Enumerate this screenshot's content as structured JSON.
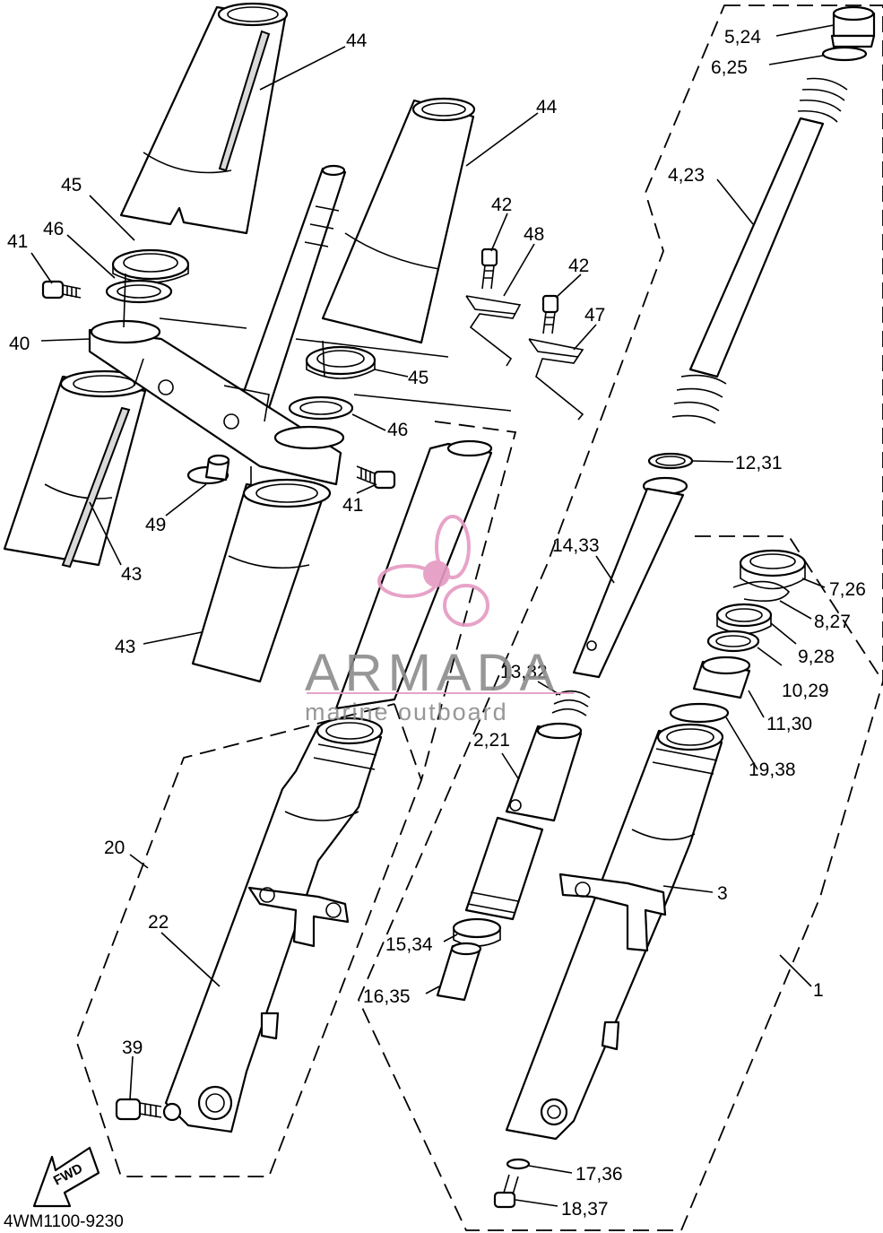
{
  "diagram": {
    "drawing_code": "4WM1100-9230",
    "fwd_label": "FWD",
    "watermark": {
      "brand": "ARMADA",
      "tagline": "marine outboard",
      "accent_color": "#e59ac2",
      "text_color": "#8c8c8c"
    },
    "callouts": [
      {
        "label": "44"
      },
      {
        "label": "44"
      },
      {
        "label": "45"
      },
      {
        "label": "46"
      },
      {
        "label": "41"
      },
      {
        "label": "40"
      },
      {
        "label": "45"
      },
      {
        "label": "46"
      },
      {
        "label": "41"
      },
      {
        "label": "49"
      },
      {
        "label": "43"
      },
      {
        "label": "43"
      },
      {
        "label": "42"
      },
      {
        "label": "48"
      },
      {
        "label": "42"
      },
      {
        "label": "47"
      },
      {
        "label": "5,24"
      },
      {
        "label": "6,25"
      },
      {
        "label": "4,23"
      },
      {
        "label": "12,31"
      },
      {
        "label": "14,33"
      },
      {
        "label": "7,26"
      },
      {
        "label": "8,27"
      },
      {
        "label": "9,28"
      },
      {
        "label": "10,29"
      },
      {
        "label": "11,30"
      },
      {
        "label": "19,38"
      },
      {
        "label": "13,32"
      },
      {
        "label": "2,21"
      },
      {
        "label": "3"
      },
      {
        "label": "1"
      },
      {
        "label": "15,34"
      },
      {
        "label": "16,35"
      },
      {
        "label": "20"
      },
      {
        "label": "22"
      },
      {
        "label": "39"
      },
      {
        "label": "17,36"
      },
      {
        "label": "18,37"
      }
    ]
  }
}
